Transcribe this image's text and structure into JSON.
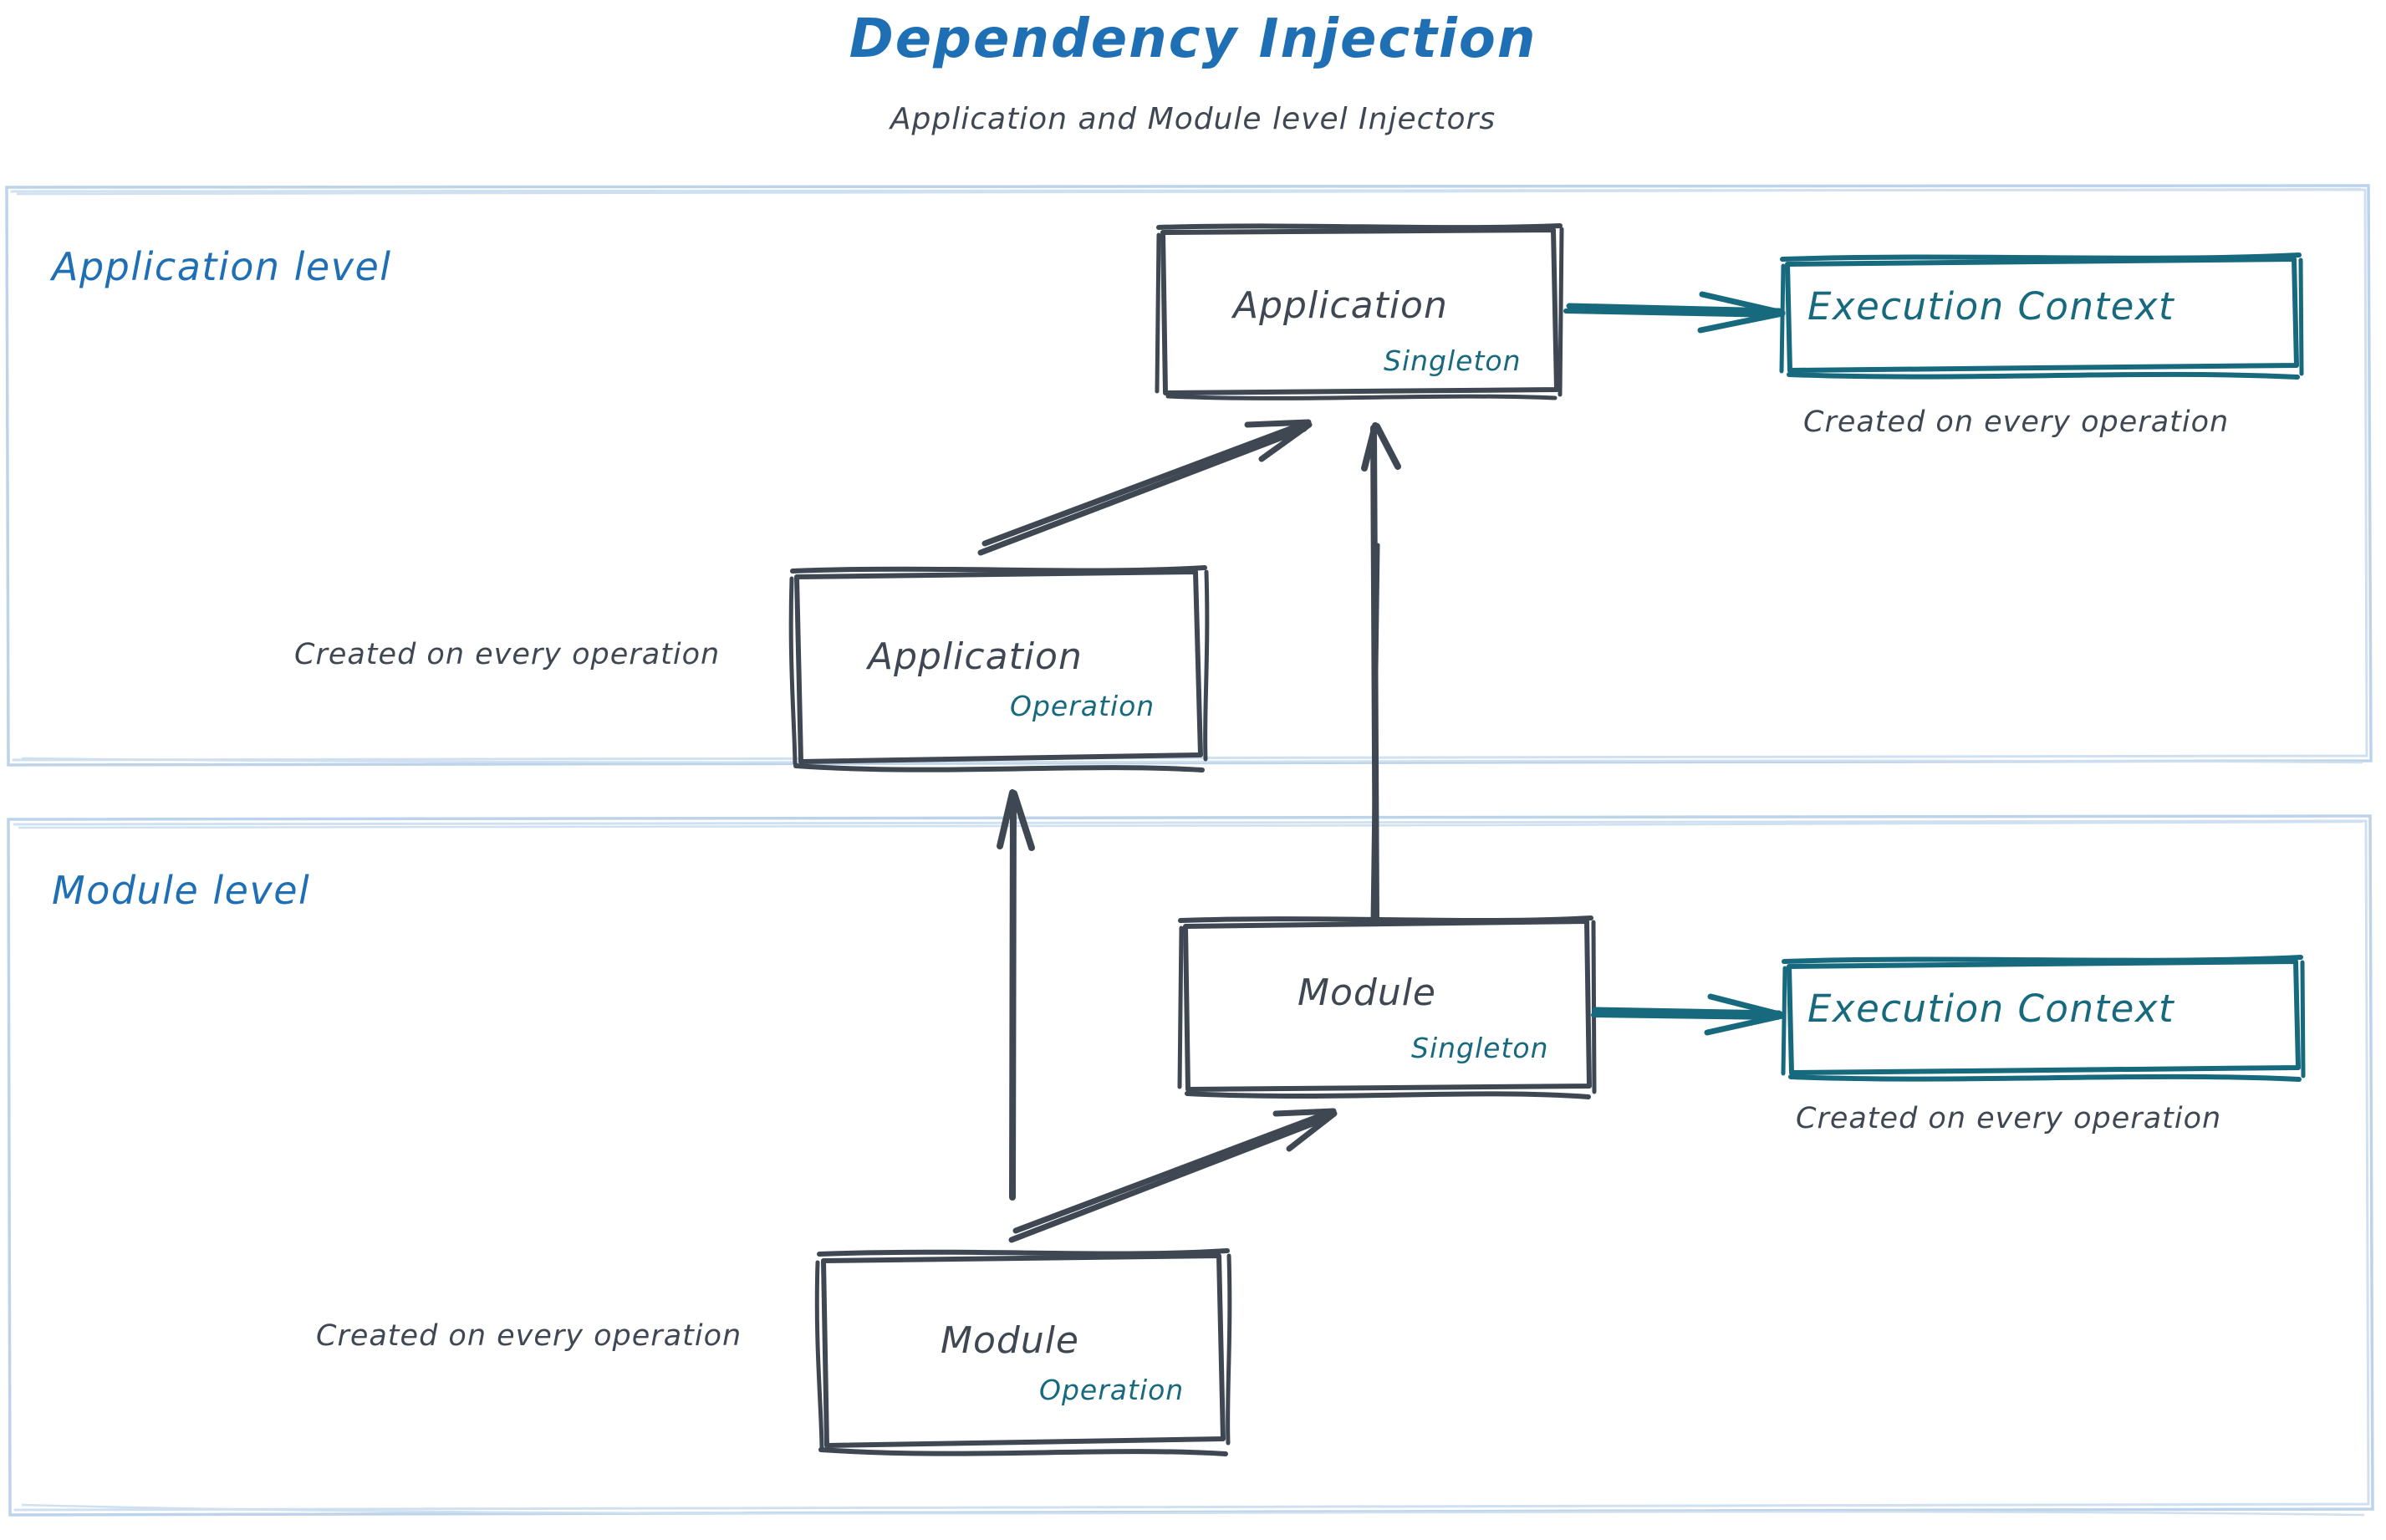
{
  "header": {
    "title": "Dependency Injection",
    "subtitle": "Application and Module level Injectors",
    "title_color": "#1f6fb5",
    "subtitle_color": "#3f4852"
  },
  "palette": {
    "ink": "#3f4852",
    "blue": "#1f6fb5",
    "teal": "#17697e",
    "container_border": "#bcd3ea",
    "background": "#ffffff"
  },
  "containers": [
    {
      "id": "application-level",
      "label": "Application level",
      "label_color": "#1f6fb5"
    },
    {
      "id": "module-level",
      "label": "Module level",
      "label_color": "#1f6fb5"
    }
  ],
  "nodes": [
    {
      "id": "application-singleton",
      "title": "Application",
      "scope": "Singleton",
      "container": "application-level",
      "border_color": "#3f4852",
      "scope_color": "#17697e"
    },
    {
      "id": "application-operation",
      "title": "Application",
      "scope": "Operation",
      "container": "application-level",
      "border_color": "#3f4852",
      "scope_color": "#17697e"
    },
    {
      "id": "execution-context-application",
      "title": "Execution Context",
      "container": "application-level",
      "border_color": "#17697e",
      "title_color": "#17697e"
    },
    {
      "id": "module-singleton",
      "title": "Module",
      "scope": "Singleton",
      "container": "module-level",
      "border_color": "#3f4852",
      "scope_color": "#17697e"
    },
    {
      "id": "module-operation",
      "title": "Module",
      "scope": "Operation",
      "container": "module-level",
      "border_color": "#3f4852",
      "scope_color": "#17697e"
    },
    {
      "id": "execution-context-module",
      "title": "Execution Context",
      "container": "module-level",
      "border_color": "#17697e",
      "title_color": "#17697e"
    }
  ],
  "notes": {
    "execution_context_application": "Created on every operation",
    "execution_context_module": "Created on every operation",
    "application_operation": "Created on every operation",
    "module_operation": "Created on every operation"
  },
  "edges": [
    {
      "id": "app-singleton-to-execution-context",
      "from": "application-singleton",
      "to": "execution-context-application",
      "color": "#17697e",
      "style": "arrow"
    },
    {
      "id": "app-operation-to-app-singleton",
      "from": "application-operation",
      "to": "application-singleton",
      "color": "#3f4852",
      "style": "arrow"
    },
    {
      "id": "module-singleton-to-app-singleton",
      "from": "module-singleton",
      "to": "application-singleton",
      "color": "#3f4852",
      "style": "arrow"
    },
    {
      "id": "module-operation-to-app-operation",
      "from": "module-operation",
      "to": "application-operation",
      "color": "#3f4852",
      "style": "arrow"
    },
    {
      "id": "module-operation-to-module-singleton",
      "from": "module-operation",
      "to": "module-singleton",
      "color": "#3f4852",
      "style": "arrow"
    },
    {
      "id": "module-singleton-to-execution-context",
      "from": "module-singleton",
      "to": "execution-context-module",
      "color": "#17697e",
      "style": "arrow"
    }
  ]
}
